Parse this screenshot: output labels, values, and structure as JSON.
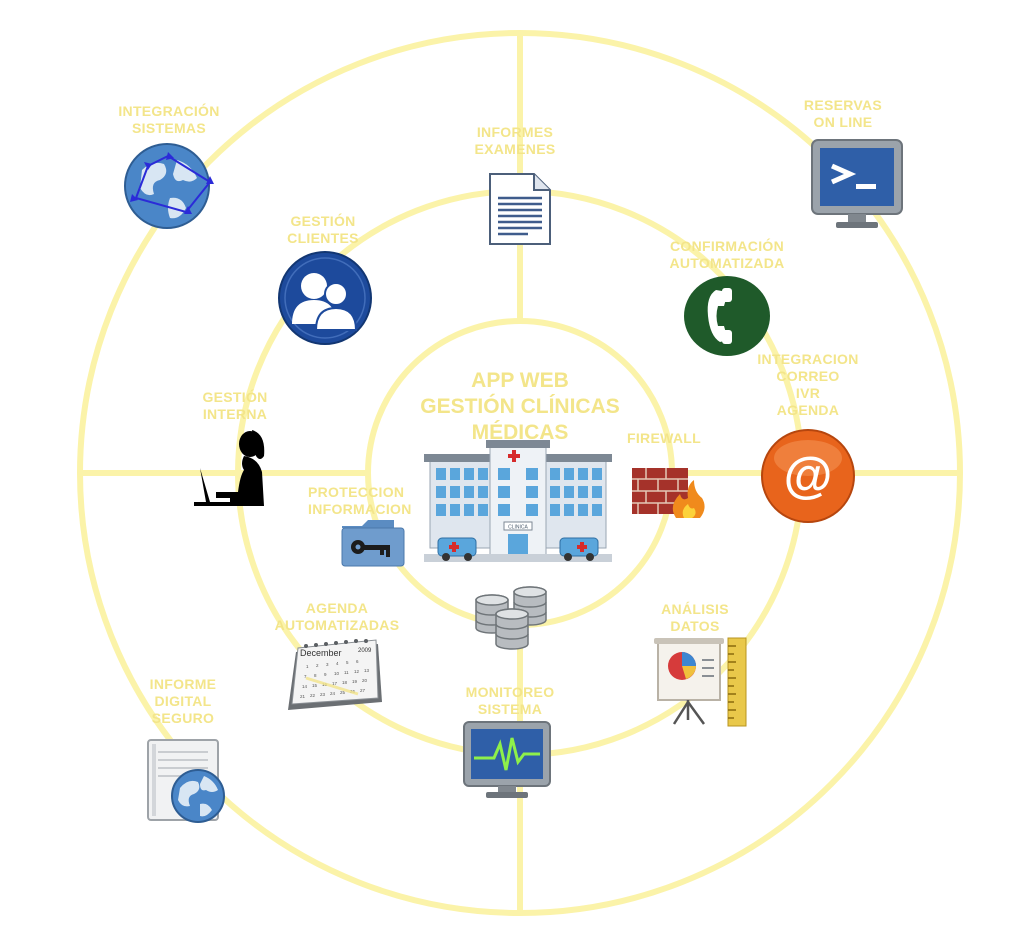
{
  "colors": {
    "ring": "#fbf3a9",
    "label": "#f3e58a",
    "globe": "#4a86c8",
    "users_badge": "#1d4a9c",
    "phone_badge": "#1f5a2a",
    "email_badge": "#e8641c",
    "brick": "#a5322a",
    "folder": "#6f9ccd"
  },
  "center": {
    "title_lines": [
      "APP WEB",
      "GESTIÓN CLÍNICAS",
      "MÉDICAS"
    ],
    "icon": "hospital-icon",
    "sign_text": "CLINICA"
  },
  "nodes": {
    "integracion_sistemas": {
      "lines": [
        "INTEGRACIÓN",
        "SISTEMAS"
      ],
      "icon": "globe-network-icon"
    },
    "informes_examenes": {
      "lines": [
        "INFORMES",
        "EXAMENES"
      ],
      "icon": "document-icon"
    },
    "reservas_online": {
      "lines": [
        "RESERVAS",
        "ON LINE"
      ],
      "icon": "terminal-monitor-icon"
    },
    "gestion_clientes": {
      "lines": [
        "GESTIÓN",
        "CLIENTES"
      ],
      "icon": "users-icon"
    },
    "confirmacion_automatizada": {
      "lines": [
        "CONFIRMACIÓN",
        "AUTOMATIZADA"
      ],
      "icon": "phone-icon"
    },
    "integracion_correo": {
      "lines": [
        "INTEGRACION",
        "CORREO",
        "IVR",
        "AGENDA"
      ],
      "icon": "email-at-icon"
    },
    "gestion_interna": {
      "lines": [
        "GESTIÓN",
        "INTERNA"
      ],
      "icon": "person-laptop-icon"
    },
    "firewall": {
      "lines": [
        "FIREWALL"
      ],
      "icon": "firewall-icon"
    },
    "proteccion_informacion": {
      "lines": [
        "PROTECCION",
        "INFORMACION"
      ],
      "icon": "key-folder-icon"
    },
    "agenda_automatizadas": {
      "lines": [
        "AGENDA",
        "AUTOMATIZADAS"
      ],
      "icon": "calendar-icon",
      "calendar_month": "December",
      "calendar_year": "2009"
    },
    "database": {
      "icon": "database-icon"
    },
    "analisis_datos": {
      "lines": [
        "ANÁLISIS",
        "DATOS"
      ],
      "icon": "presentation-chart-icon"
    },
    "monitoreo_sistema": {
      "lines": [
        "MONITOREO",
        "SISTEMA"
      ],
      "icon": "monitor-heartbeat-icon"
    },
    "informe_digital_seguro": {
      "lines": [
        "INFORME",
        "DIGITAL",
        "SEGURO"
      ],
      "icon": "web-document-icon"
    }
  }
}
